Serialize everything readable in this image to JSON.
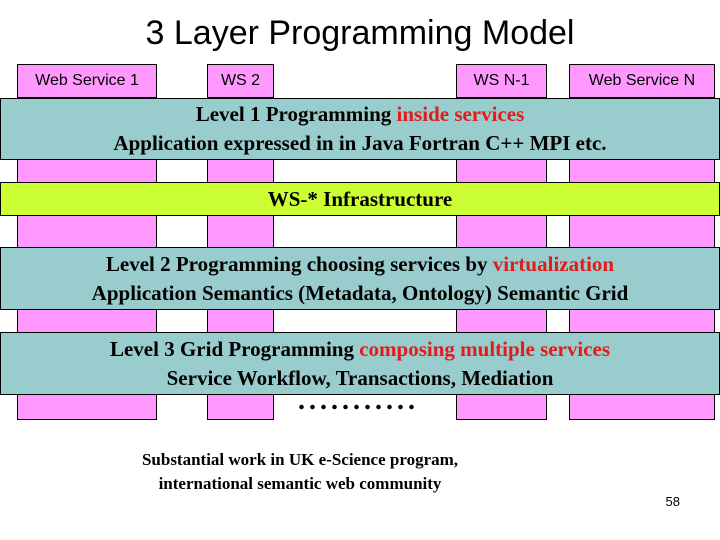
{
  "title": "3 Layer Programming Model",
  "services": [
    {
      "label": "Web Service 1"
    },
    {
      "label": "WS 2"
    },
    {
      "label": "WS N-1"
    },
    {
      "label": "Web Service N"
    }
  ],
  "level1": {
    "line1_prefix": "Level 1 Programming ",
    "line1_highlight": "inside services",
    "line2": "Application expressed in in Java Fortran C++ MPI etc."
  },
  "infrastructure": "WS-* Infrastructure",
  "level2": {
    "line1_prefix": "Level 2 Programming choosing services by ",
    "line1_highlight": "virtualization",
    "line2": "Application Semantics  (Metadata, Ontology) Semantic Grid"
  },
  "level3": {
    "line1_prefix": "Level 3 Grid Programming ",
    "line1_highlight": "composing multiple services",
    "line2": "Service Workflow, Transactions, Mediation"
  },
  "note": {
    "line1": "Substantial work in UK e-Science program,",
    "line2": "international semantic web community"
  },
  "page_number": "58",
  "colors": {
    "service": "#ff99ff",
    "band": "#99cccc",
    "infrastructure": "#ccff33",
    "highlight": "#e31b1b"
  }
}
